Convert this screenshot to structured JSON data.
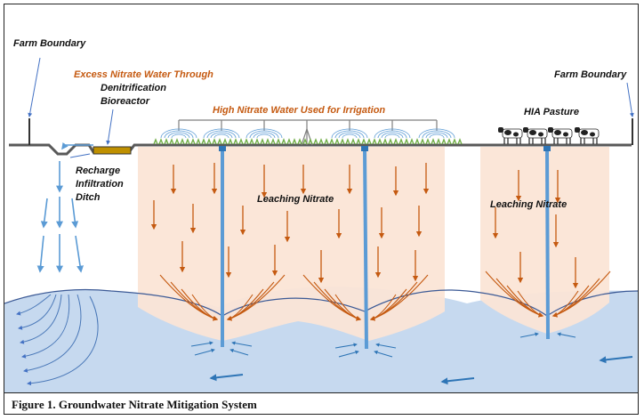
{
  "labels": {
    "farm_boundary_left": "Farm Boundary",
    "farm_boundary_right": "Farm Boundary",
    "excess_nitrate_line1": "Excess Nitrate Water Through",
    "denitrification_line1": "Denitrification",
    "denitrification_line2": "Bioreactor",
    "high_nitrate_irrigation": "High Nitrate Water Used for Irrigation",
    "hia_pasture": "HIA Pasture",
    "recharge_line1": "Recharge",
    "recharge_line2": "Infiltration",
    "recharge_line3": "Ditch",
    "leaching_nitrate_1": "Leaching Nitrate",
    "leaching_nitrate_2": "Leaching Nitrate"
  },
  "caption": "Figure 1.  Groundwater Nitrate Mitigation System",
  "colors": {
    "groundwater": "#c6d9ef",
    "leach_zone": "#fbe5d6",
    "nitrate_arrow": "#c55a11",
    "water_arrow": "#5b9bd5",
    "flow_arrow": "#2e75b6",
    "ground": "#595959",
    "bioreactor": "#bf9000",
    "crop": "#70ad47"
  },
  "icons": [
    "well-pipe-icon",
    "sprinkler-icon",
    "cow-icon",
    "fence-post-icon"
  ]
}
